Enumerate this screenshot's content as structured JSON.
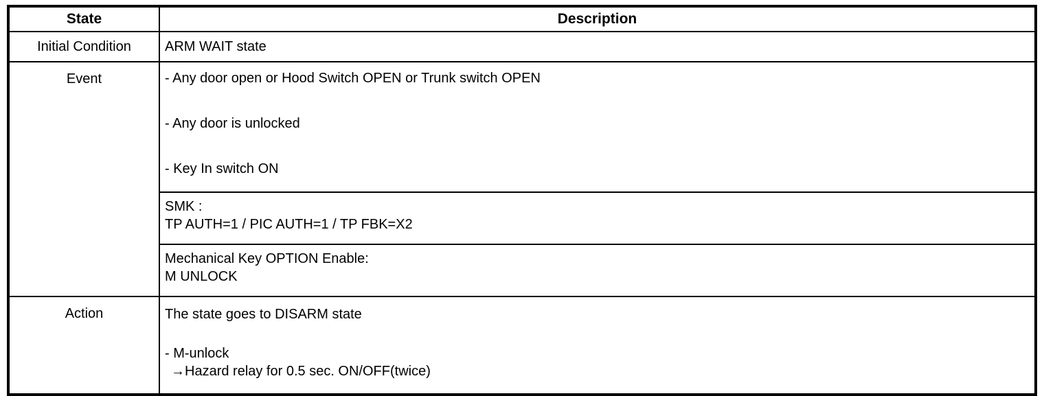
{
  "table": {
    "header": {
      "state": "State",
      "description": "Description"
    },
    "rows": {
      "initial": {
        "label": "Initial Condition",
        "value": "ARM WAIT state"
      },
      "event": {
        "label": "Event",
        "conditions": [
          "- Any door open or Hood Switch OPEN or Trunk switch OPEN",
          "- Any door is unlocked",
          "- Key In switch ON"
        ],
        "smk": [
          "SMK :",
          "TP AUTH=1 / PIC AUTH=1 / TP FBK=X2"
        ],
        "mechanical": [
          "Mechanical Key OPTION Enable:",
          "M UNLOCK"
        ]
      },
      "action": {
        "label": "Action",
        "line1": "The state goes to DISARM state",
        "line2": "- M-unlock",
        "line3": "→Hazard relay for 0.5 sec. ON/OFF(twice)"
      }
    }
  }
}
